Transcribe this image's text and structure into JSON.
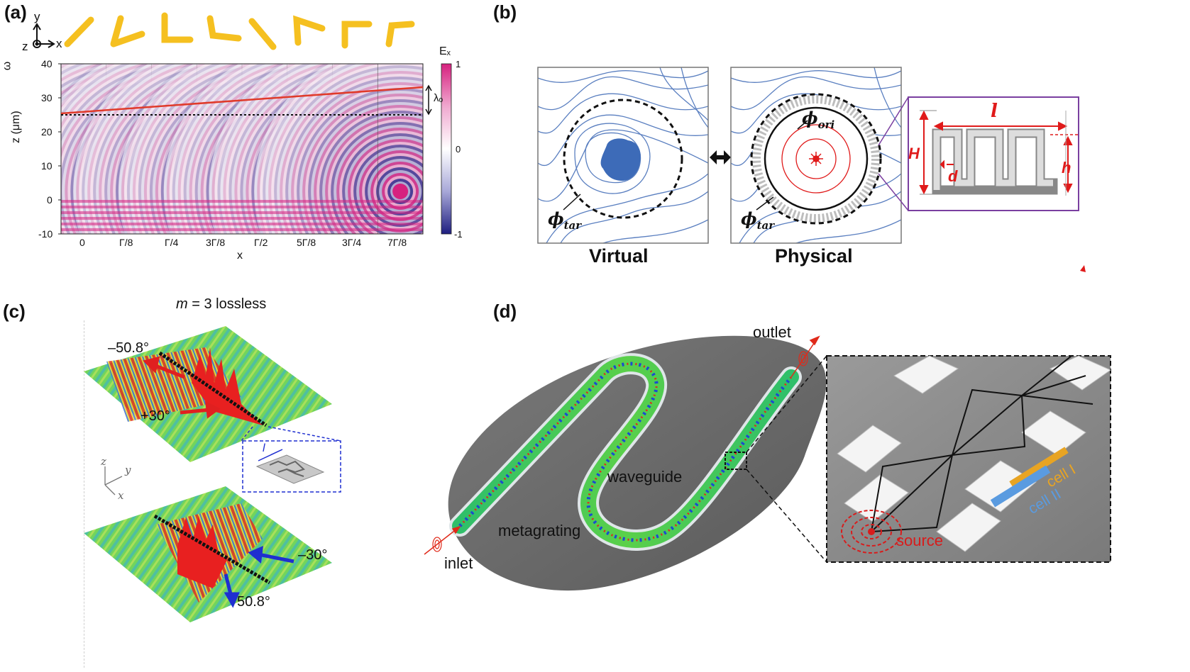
{
  "panel_a": {
    "label": "(a)",
    "axes_icon": {
      "y": "y",
      "z": "z",
      "x": "x"
    },
    "ylabel": "z (μm)",
    "ylabel_top": "ω",
    "yticks": [
      "40",
      "30",
      "20",
      "10",
      "0",
      "-10"
    ],
    "xlabel": "x",
    "xticks": [
      "0",
      "Γ/8",
      "Γ/4",
      "3Γ/8",
      "Γ/2",
      "5Γ/8",
      "3Γ/4",
      "7Γ/8"
    ],
    "colorbar_title": "Eₓ",
    "colorbar_ticks": [
      "1",
      "0",
      "-1"
    ],
    "lambda_label": "λₒ",
    "colors": {
      "positive": "#d6217f",
      "negative": "#2a2a8c",
      "line": "#e03a2a",
      "antenna": "#f5c020"
    }
  },
  "panel_b": {
    "label": "(b)",
    "virtual_label": "Virtual",
    "physical_label": "Physical",
    "phi_tar": "ϕtar",
    "phi_tar_sub": "tar",
    "phi_ori": "ϕori",
    "phi_ori_sub": "ori",
    "dims": {
      "l": "l",
      "H": "H",
      "d": "d",
      "h": "h"
    },
    "colors": {
      "contour": "#5a7fc0",
      "object": "#3d6bb8",
      "dim": "#e01a1a",
      "frame": "#7a3fa0"
    }
  },
  "panel_c": {
    "label": "(c)",
    "title_m": "m",
    "title_rest": " = 3 lossless",
    "angles": [
      "–50.8°",
      "+30°",
      "–30°",
      "50.8°"
    ],
    "inset_l": "l",
    "axes": {
      "z": "z",
      "y": "y",
      "x": "x"
    },
    "colors": {
      "field": "#6fd45a",
      "arrow_red": "#e02020",
      "arrow_blue": "#1f2fd0"
    }
  },
  "panel_d": {
    "label": "(d)",
    "labels": [
      "outlet",
      "waveguide",
      "metagrating",
      "inlet"
    ],
    "inset_labels": [
      "cell I",
      "cell II",
      "source"
    ],
    "colors": {
      "disk": "#6a6a6a",
      "waveguide": "#2fbf6a",
      "cell1": "#e8a423",
      "cell2": "#5a9be0",
      "source": "#d81c1c"
    }
  }
}
